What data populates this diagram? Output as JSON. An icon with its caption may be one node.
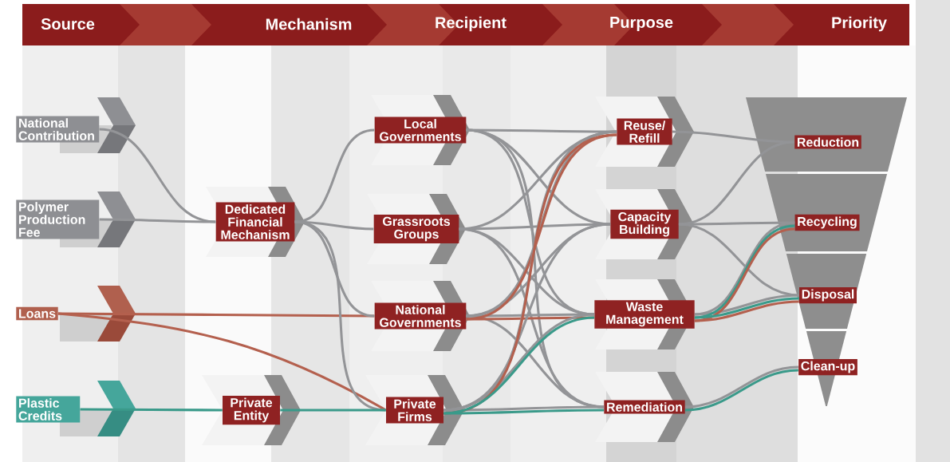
{
  "diagram": {
    "nodes": [
      {
        "text": [
          "National Contribution"
        ]
      },
      {
        "text": [
          "Polymer Production Fee"
        ]
      },
      {
        "text": [
          "Loans"
        ]
      },
      {
        "text": [
          "Plastic Credits"
        ]
      },
      {
        "text": [
          "Dedicated Financial Mechanism"
        ]
      },
      {
        "text": [
          "Private Entity"
        ]
      },
      {
        "text": [
          "Local Governments"
        ]
      },
      {
        "text": [
          "Grassroots Groups"
        ]
      },
      {
        "text": [
          "National Governments"
        ]
      },
      {
        "text": [
          "Private Firms"
        ]
      },
      {
        "text": [
          "Reuse/ Refill"
        ]
      },
      {
        "text": [
          "Capacity Building"
        ]
      },
      {
        "text": [
          "Waste Management"
        ]
      },
      {
        "text": [
          "Remediation"
        ]
      },
      {
        "text": [
          "Reduction"
        ]
      },
      {
        "text": [
          "Recycling"
        ]
      },
      {
        "text": [
          "Disposal"
        ]
      },
      {
        "text": [
          "Clean-up"
        ]
      }
    ],
    "edges": [
      {
        "from": 0,
        "to": 4,
        "arrow": "none"
      },
      {
        "from": 1,
        "to": 4,
        "arrow": "none"
      },
      {
        "from": 2,
        "to": 8,
        "arrow": "none",
        "color": "#b4604e"
      },
      {
        "from": 2,
        "to": 9,
        "arrow": "none",
        "color": "#b4604e"
      },
      {
        "from": 3,
        "to": 5,
        "arrow": "none",
        "color": "#3a9a8a"
      },
      {
        "from": 4,
        "to": 6,
        "arrow": "none"
      },
      {
        "from": 4,
        "to": 7,
        "arrow": "none"
      },
      {
        "from": 4,
        "to": 8,
        "arrow": "none"
      },
      {
        "from": 4,
        "to": 9,
        "arrow": "none"
      },
      {
        "from": 5,
        "to": 9,
        "arrow": "none",
        "color": "#3a9a8a"
      },
      {
        "from": 6,
        "to": 10,
        "arrow": "none"
      },
      {
        "from": 6,
        "to": 11,
        "arrow": "none"
      },
      {
        "from": 6,
        "to": 12,
        "arrow": "none"
      },
      {
        "from": 6,
        "to": 13,
        "arrow": "none"
      },
      {
        "from": 7,
        "to": 10,
        "arrow": "none"
      },
      {
        "from": 7,
        "to": 11,
        "arrow": "none"
      },
      {
        "from": 7,
        "to": 12,
        "arrow": "none"
      },
      {
        "from": 7,
        "to": 13,
        "arrow": "none"
      },
      {
        "from": 8,
        "to": 10,
        "arrow": "none"
      },
      {
        "from": 8,
        "to": 11,
        "arrow": "none"
      },
      {
        "from": 8,
        "to": 12,
        "arrow": "none"
      },
      {
        "from": 8,
        "to": 13,
        "arrow": "none"
      },
      {
        "from": 8,
        "to": 10,
        "arrow": "none",
        "color": "#b4604e"
      },
      {
        "from": 8,
        "to": 12,
        "arrow": "none",
        "color": "#b4604e"
      },
      {
        "from": 9,
        "to": 10,
        "arrow": "none"
      },
      {
        "from": 9,
        "to": 11,
        "arrow": "none"
      },
      {
        "from": 9,
        "to": 12,
        "arrow": "none"
      },
      {
        "from": 9,
        "to": 13,
        "arrow": "none"
      },
      {
        "from": 9,
        "to": 10,
        "arrow": "none",
        "color": "#b4604e"
      },
      {
        "from": 9,
        "to": 12,
        "arrow": "none",
        "color": "#3a9a8a"
      },
      {
        "from": 9,
        "to": 13,
        "arrow": "none",
        "color": "#3a9a8a"
      },
      {
        "from": 10,
        "to": 14,
        "arrow": "none"
      },
      {
        "from": 11,
        "to": 14,
        "arrow": "none"
      },
      {
        "from": 11,
        "to": 15,
        "arrow": "none"
      },
      {
        "from": 11,
        "to": 16,
        "arrow": "none"
      },
      {
        "from": 12,
        "to": 15,
        "arrow": "none"
      },
      {
        "from": 12,
        "to": 16,
        "arrow": "none"
      },
      {
        "from": 12,
        "to": 15,
        "arrow": "none",
        "color": "#3a9a8a"
      },
      {
        "from": 12,
        "to": 15,
        "arrow": "none",
        "color": "#b4604e"
      },
      {
        "from": 12,
        "to": 16,
        "arrow": "none",
        "color": "#3a9a8a"
      },
      {
        "from": 12,
        "to": 16,
        "arrow": "none",
        "color": "#b4604e"
      },
      {
        "from": 13,
        "to": 17,
        "arrow": "none"
      },
      {
        "from": 13,
        "to": 17,
        "arrow": "none",
        "color": "#3a9a8a"
      }
    ],
    "labels": [
      "Source",
      "Mechanism",
      "Recipient",
      "Purpose",
      "Priority"
    ]
  }
}
